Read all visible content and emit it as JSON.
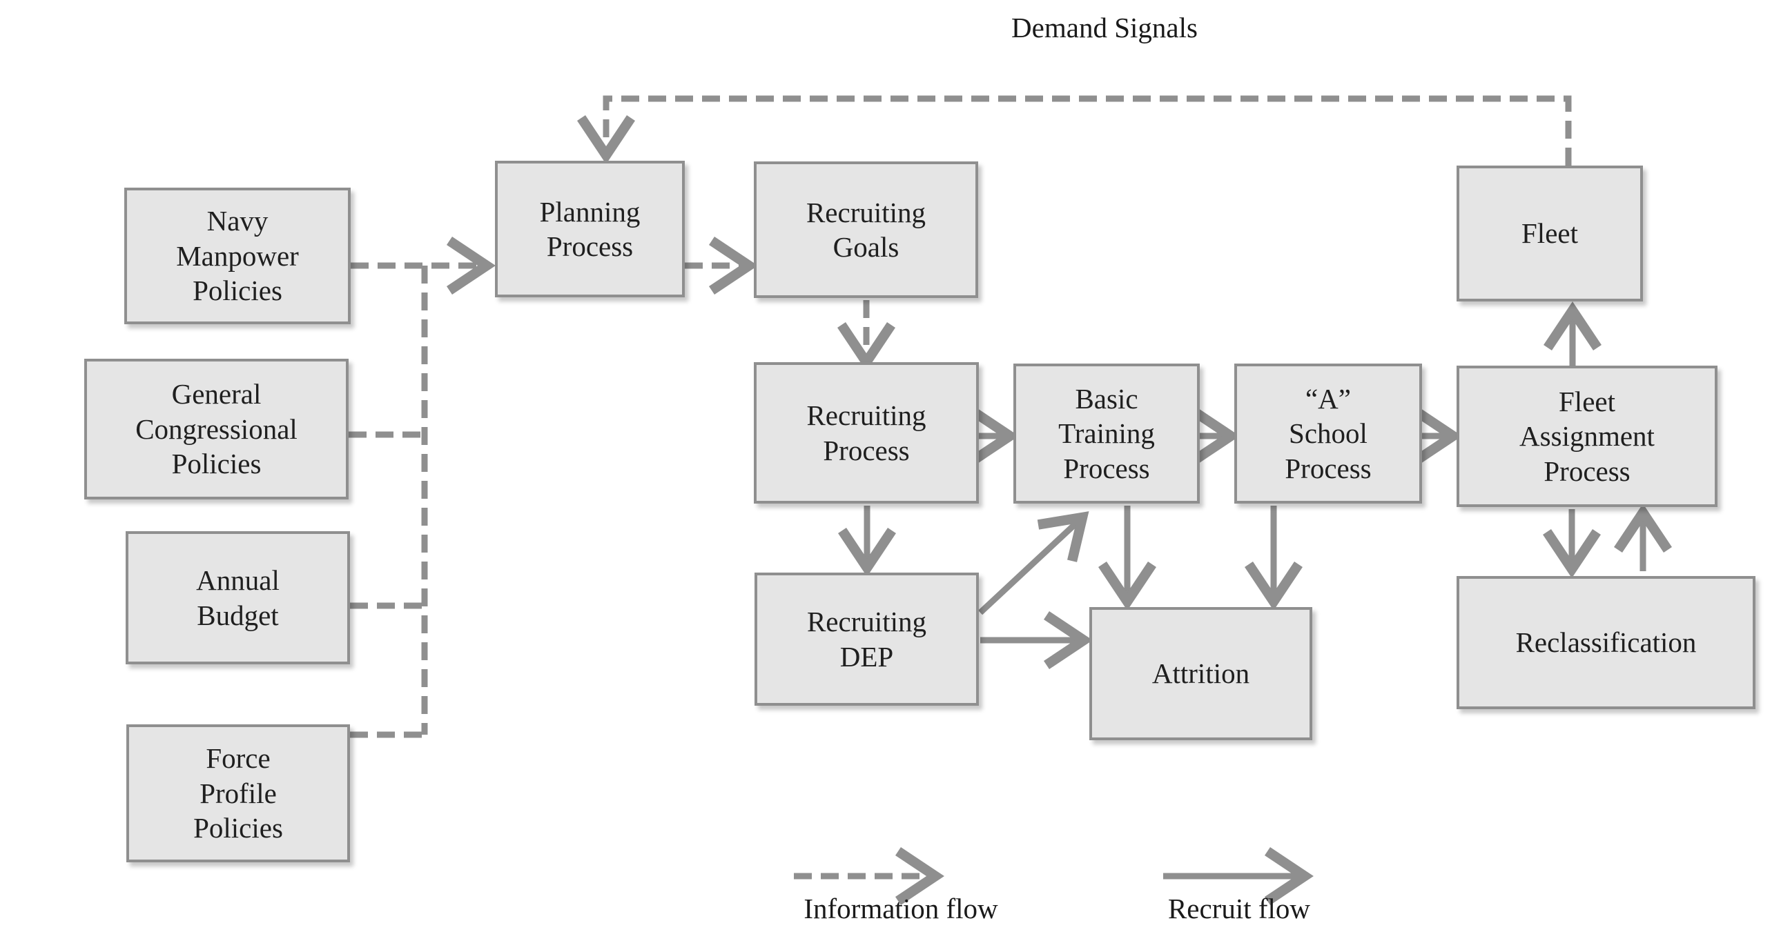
{
  "diagram": {
    "title": "Demand Signals",
    "colors": {
      "box_fill": "#e5e5e5",
      "box_border": "#8f8f8f",
      "arrow": "#8f8f8f"
    },
    "boxes": {
      "navy_manpower": "Navy\nManpower\nPolicies",
      "general_congressional": "General\nCongressional\nPolicies",
      "annual_budget": "Annual\nBudget",
      "force_profile": "Force\nProfile\nPolicies",
      "planning_process": "Planning\nProcess",
      "recruiting_goals": "Recruiting\nGoals",
      "recruiting_process": "Recruiting\nProcess",
      "recruiting_dep": "Recruiting\nDEP",
      "basic_training": "Basic\nTraining\nProcess",
      "a_school": "“A”\nSchool\nProcess",
      "fleet_assignment": "Fleet\nAssignment\nProcess",
      "fleet": "Fleet",
      "reclassification": "Reclassification",
      "attrition": "Attrition"
    },
    "legend": {
      "information_flow": "Information flow",
      "recruit_flow": "Recruit flow"
    }
  }
}
